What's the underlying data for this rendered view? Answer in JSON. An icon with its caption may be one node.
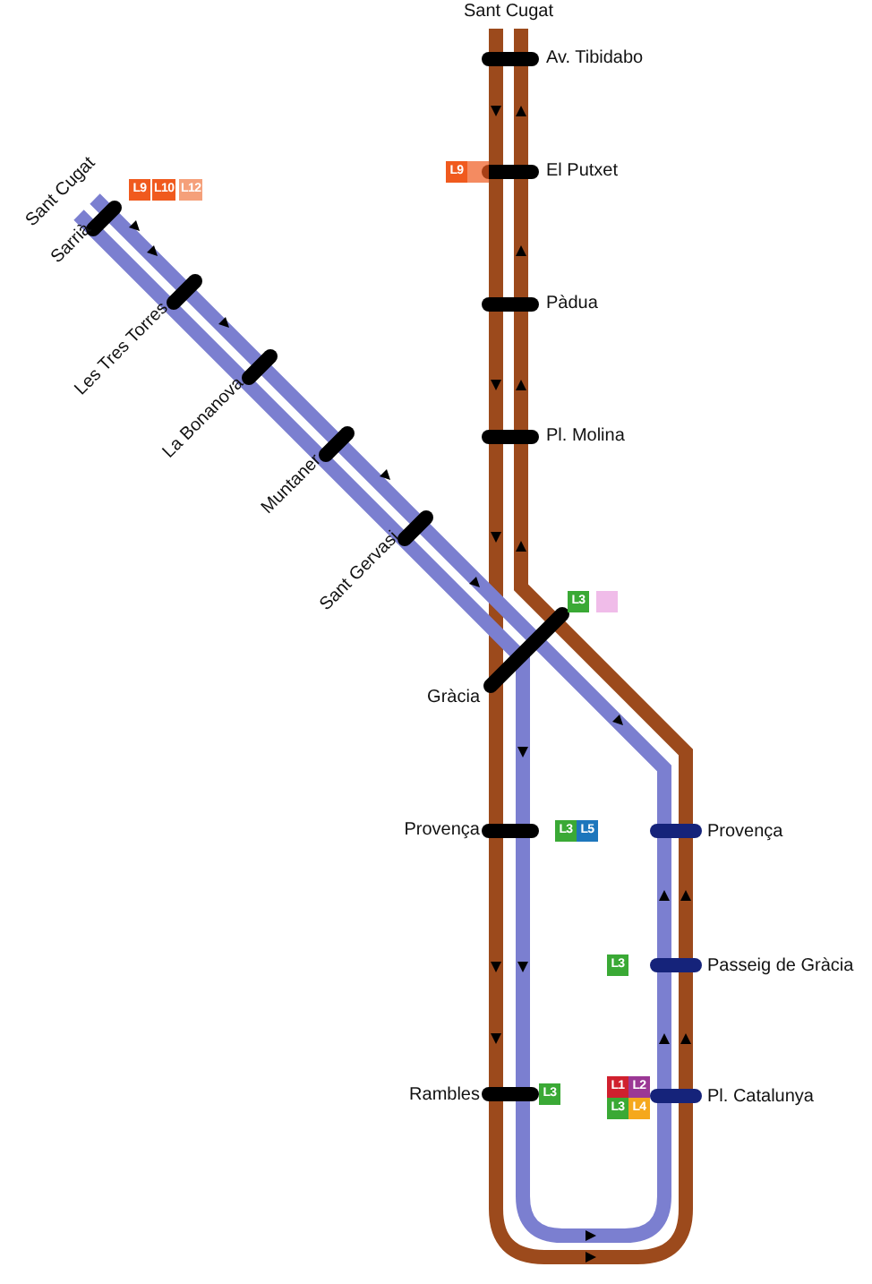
{
  "diagram": {
    "labels": [
      "Sant Cugat",
      "Av. Tibidabo",
      "Sant Cugat",
      "L9",
      "L10",
      "L12",
      "L9",
      "El Putxet",
      "Sarrià",
      "Pàdua",
      "Les Tres Torres",
      "La Bonanova",
      "Pl. Molina",
      "Muntaner",
      "Sant Gervasi",
      "L3",
      "Gràcia",
      "Provença",
      "L3",
      "L5",
      "Provença",
      "L3",
      "Passeig de Gràcia",
      "Rambles",
      "L3",
      "L1",
      "L2",
      "L3",
      "L4",
      "Pl. Catalunya"
    ]
  }
}
